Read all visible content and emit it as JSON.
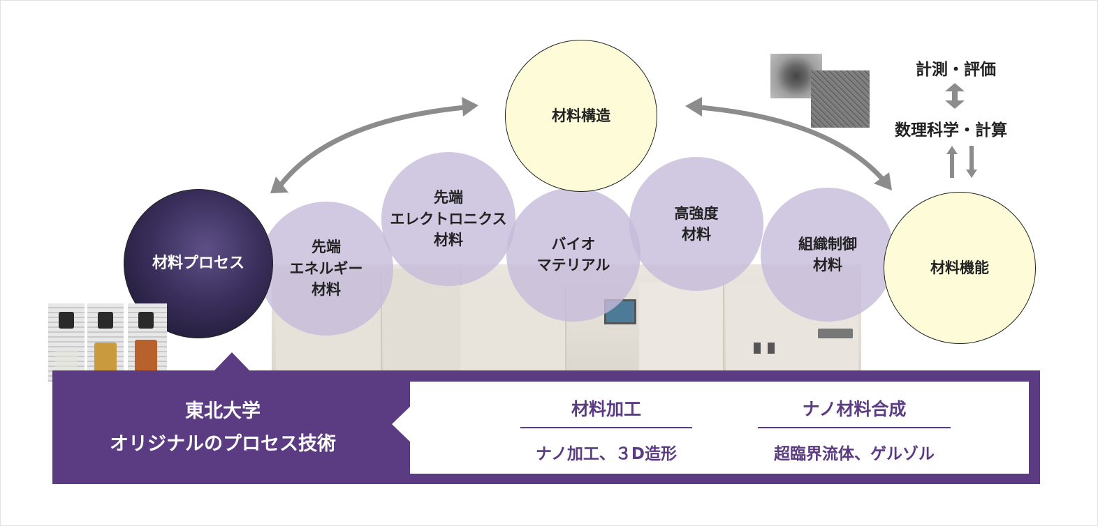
{
  "circles": {
    "structure": "材料構造",
    "process": "材料プロセス",
    "function": "材料機能",
    "energy": [
      "先端",
      "エネルギー",
      "材料"
    ],
    "electronics": [
      "先端",
      "エレクトロニクス",
      "材料"
    ],
    "bio": [
      "バイオ",
      "マテリアル"
    ],
    "strength": [
      "高強度",
      "材料"
    ],
    "microstructure": [
      "組織制御",
      "材料"
    ]
  },
  "right": {
    "measure": "計測・評価",
    "math": "数理科学・計算"
  },
  "band": {
    "left_line1": "東北大学",
    "left_line2": "オリジナルのプロセス技術",
    "col1_head": "材料加工",
    "col1_sub": "ナノ加工、３D造形",
    "col2_head": "ナノ材料合成",
    "col2_sub": "超臨界流体、ゲルゾル"
  },
  "colors": {
    "purple": "#5b3b82",
    "lavender": "#c6bad9",
    "cream": "#fdfbd8",
    "arrow_gray": "#8c8c8c"
  },
  "icons": [
    "curved-double-arrow-icon",
    "vertical-double-arrow-icon",
    "up-down-arrows-icon"
  ]
}
